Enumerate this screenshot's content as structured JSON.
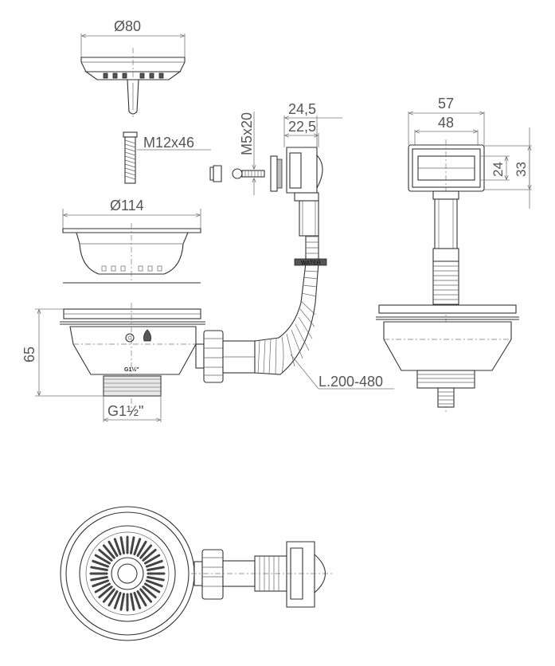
{
  "dimensions": {
    "strainer_diameter": "Ø80",
    "screw_size": "M12x46",
    "basket_diameter": "Ø114",
    "bolt_size": "M5x20",
    "overflow_depth_outer": "24,5",
    "overflow_depth_inner": "22,5",
    "overflow_width_outer": "57",
    "overflow_width_inner": "48",
    "overflow_height_inner": "24",
    "overflow_height_outer": "33",
    "body_height": "65",
    "thread_size": "G1½\"",
    "hose_length": "L.200-480"
  },
  "markings": {
    "body_thread": "G1½\"",
    "hose_brand": "WATER"
  },
  "colors": {
    "line": "#333333",
    "dimension": "#555555",
    "fill_gray": "#bdbdbd"
  },
  "icons": {
    "recycle_mark": "recycle-icon",
    "flame_mark": "flame-icon"
  }
}
